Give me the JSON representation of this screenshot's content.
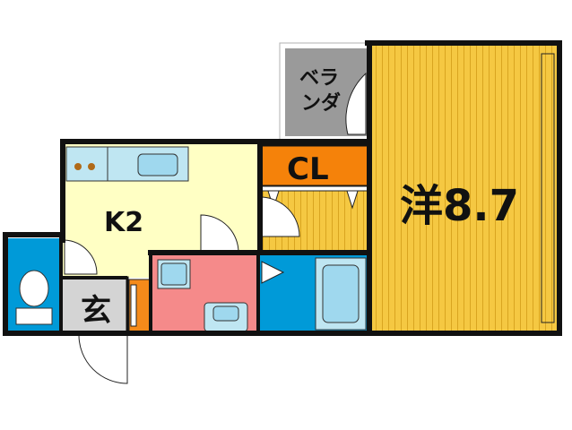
{
  "floor_plan": {
    "rooms": {
      "western_room": {
        "label": "洋8.7",
        "color": "#f5c842"
      },
      "kitchen": {
        "label": "K2",
        "color": "#ffffc4"
      },
      "closet": {
        "label": "CL",
        "color": "#f5820a"
      },
      "veranda": {
        "label_line1": "ベラ",
        "label_line2": "ンダ",
        "color": "#9a9a9a"
      },
      "entrance": {
        "label": "玄",
        "color": "#d4d4d4"
      },
      "washroom": {
        "color": "#f58a8a"
      },
      "bathroom": {
        "color": "#009ad8"
      },
      "toilet": {
        "color": "#009ad8"
      }
    },
    "colors": {
      "wall": "#111111",
      "fixture": "#bfe6f2",
      "shoe_closet": "#f58a1a"
    }
  }
}
